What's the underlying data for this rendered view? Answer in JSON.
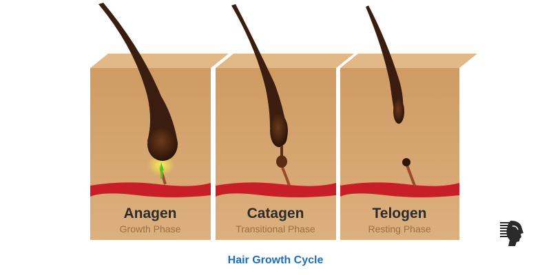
{
  "phases": [
    {
      "name": "Anagen",
      "subtitle": "Growth Phase"
    },
    {
      "name": "Catagen",
      "subtitle": "Transitional Phase"
    },
    {
      "name": "Telogen",
      "subtitle": "Resting Phase"
    }
  ],
  "caption": "Hair Growth Cycle",
  "colors": {
    "caption": "#1a6fc4",
    "skin_front": "#d3a16a",
    "skin_top": "#dcae7a",
    "skin_back": "#c28f5a",
    "blood_vessel": "#cc1f2a",
    "hair": "#3a1d0e",
    "dermal_papilla_glow": "#3ecf22",
    "subtitle": "#9b6f42"
  },
  "logo": {
    "icon": "head-profile-logo"
  }
}
